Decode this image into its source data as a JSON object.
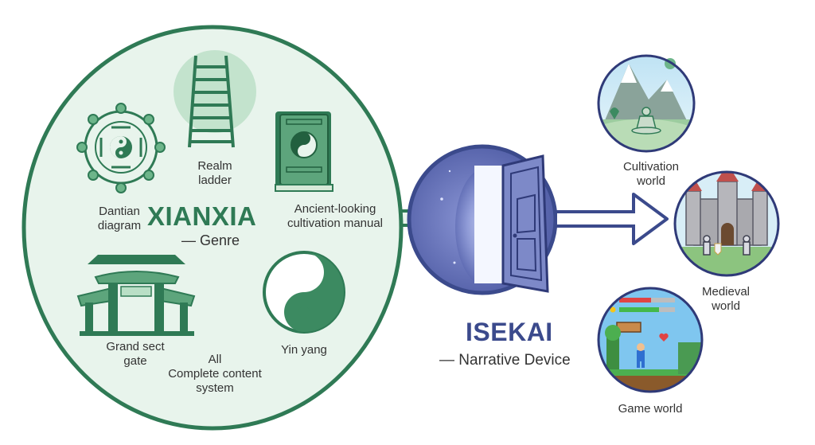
{
  "xianxia": {
    "title": "XIANXIA",
    "subtitle": "— Genre",
    "elements": {
      "dantian": "Dantian\ndiagram",
      "ladder": "Realm\nladder",
      "manual": "Ancient-looking\ncultivation manual",
      "gate": "Grand sect\ngate",
      "all": "All\nComplete content\nsystem",
      "yinyang": "Yin yang"
    }
  },
  "isekai": {
    "title": "ISEKAI",
    "subtitle": "— Narrative Device"
  },
  "worlds": {
    "cultivation": "Cultivation\nworld",
    "medieval": "Medieval\nworld",
    "game": "Game world"
  },
  "colors": {
    "green_dark": "#2f7a55",
    "green_fill": "#e8f4ec",
    "purple_dark": "#3b4a8c",
    "purple_fill": "#6f7cc0",
    "arrow": "#3b4a8c"
  }
}
